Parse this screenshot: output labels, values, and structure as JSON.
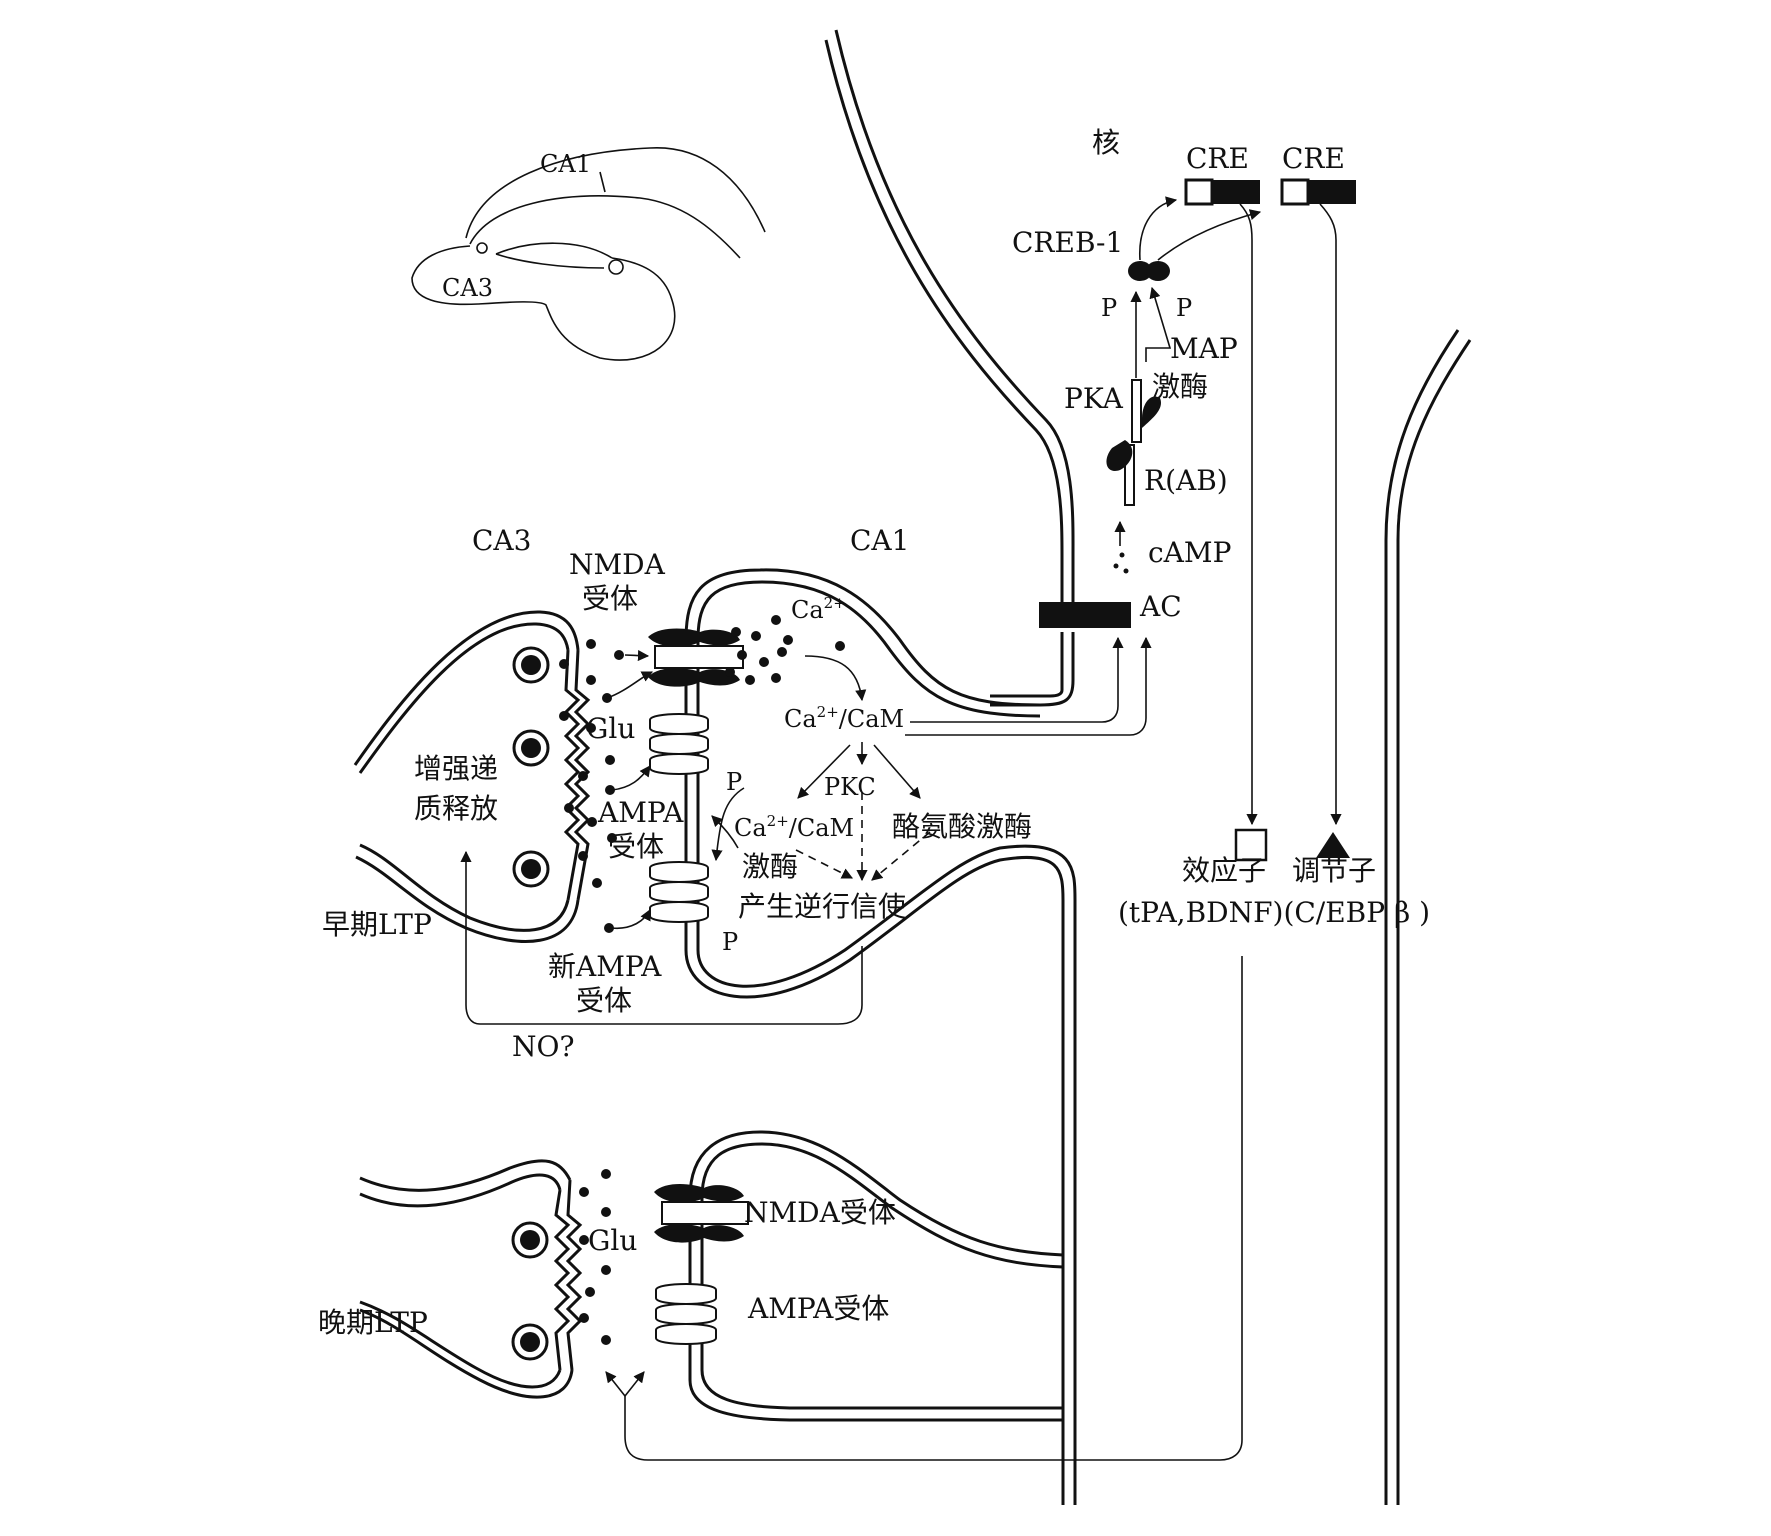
{
  "hippocampus": {
    "ca1": "CA1",
    "ca3": "CA3"
  },
  "early_ltp": {
    "ca3": "CA3",
    "ca1": "CA1",
    "nmda_line1": "NMDA",
    "nmda_line2": "受体",
    "ca2": "Ca",
    "ca2_sup": "2+",
    "glu": "Glu",
    "enhanced_line1": "增强递",
    "enhanced_line2": "质释放",
    "ampa_line1": "AMPA",
    "ampa_line2": "受体",
    "p_upper": "P",
    "p_lower": "P",
    "cacam_main": "Ca",
    "cacam_sup": "2+",
    "cacam_tail": "/CaM",
    "pkc": "PKC",
    "tyrosine_kinase": "酪氨酸激酶",
    "cacam_kinase_main": "Ca",
    "cacam_kinase_sup": "2+",
    "cacam_kinase_tail": "/CaM",
    "kinase": "激酶",
    "retrograde": "产生逆行信使",
    "new_ampa_line1": "新AMPA",
    "new_ampa_line2": "受体",
    "no": "NO?",
    "label": "早期LTP"
  },
  "nucleus": {
    "nucleus": "核",
    "cre1": "CRE",
    "cre2": "CRE",
    "creb": "CREB-1",
    "p_left": "P",
    "p_right": "P",
    "map_line1": "MAP",
    "map_line2": "激酶",
    "pka": "PKA",
    "rab": "R(AB)",
    "camp": "cAMP",
    "ac": "AC",
    "effector": "效应子",
    "regulator": "调节子",
    "products": "(tPA,BDNF)(C/EBP β )"
  },
  "late_ltp": {
    "glu": "Glu",
    "nmda": "NMDA受体",
    "ampa": "AMPA受体",
    "label": "晚期LTP"
  }
}
